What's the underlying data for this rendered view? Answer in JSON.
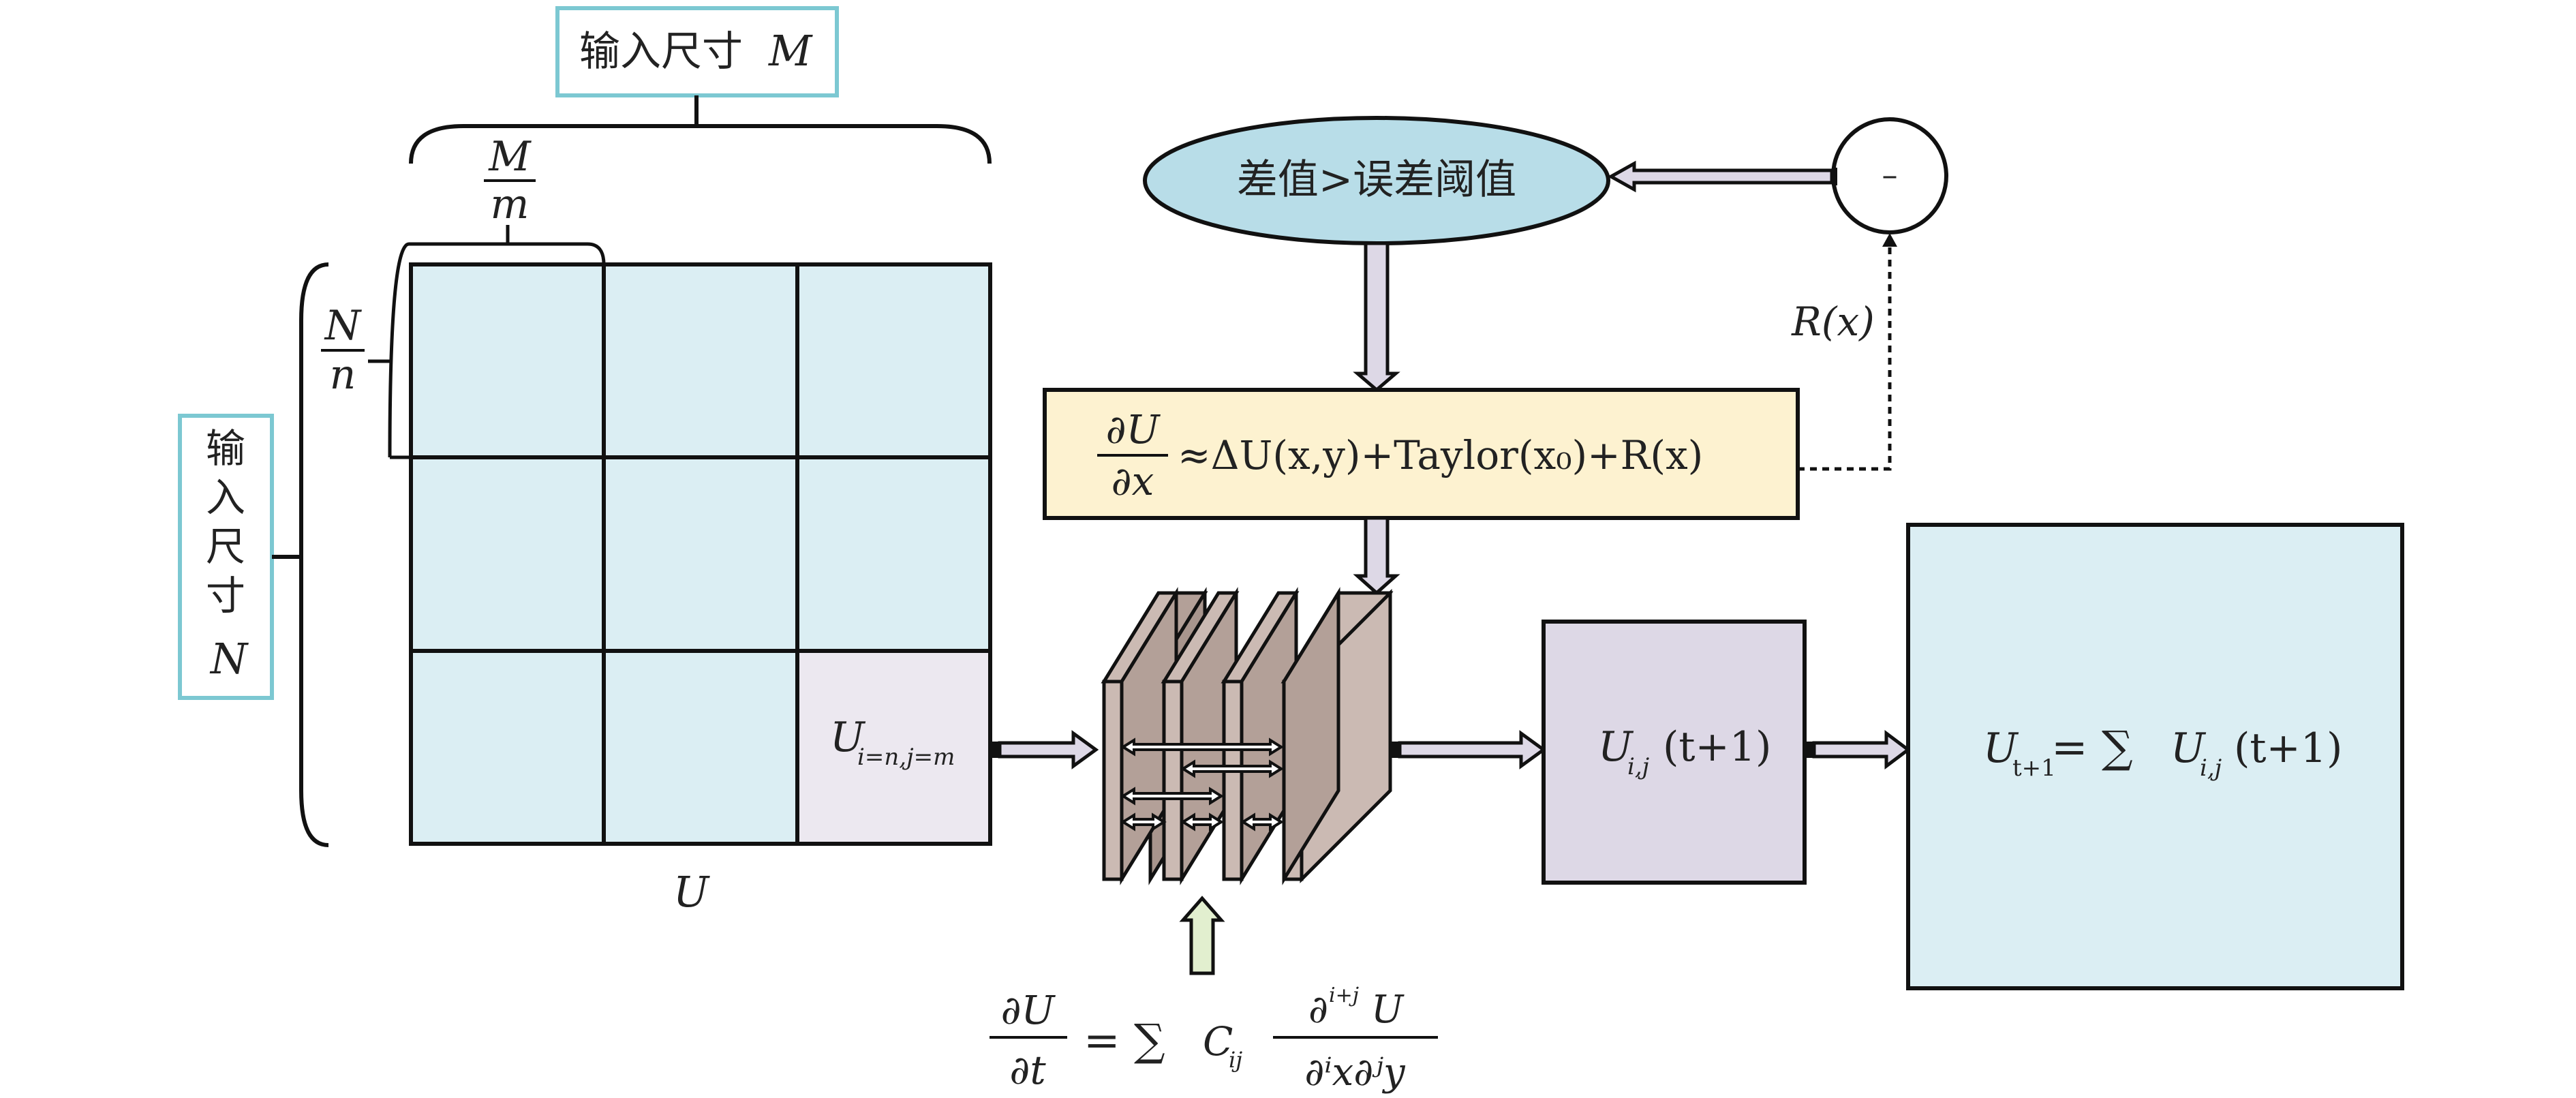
{
  "labels": {
    "input_size_M_cjk": "输入尺寸",
    "input_size_M_var": "M",
    "input_size_N_chars": [
      "输",
      "入",
      "尺",
      "寸"
    ],
    "input_size_N_var": "N",
    "frac_M": "M",
    "frac_m": "m",
    "frac_N": "N",
    "frac_n": "n",
    "grid_name": "U",
    "cell_U": "U",
    "cell_U_sub": "i=n,j=m",
    "condition": "差值>误差阈值",
    "minus": "–",
    "residual": "R(x)",
    "taylor_num": "∂U",
    "taylor_den": "∂x",
    "taylor_rhs": "≈ΔU(x,y)+Taylor(x₀)+R(x)",
    "update_U": "U",
    "update_sub": "i,j",
    "update_rest": "(t+1)",
    "sum_lhs": "U",
    "sum_lhs_sub": "t+1",
    "sum_eq": "= ∑ ",
    "sum_U": "U",
    "sum_sub": "i,j",
    "sum_rest": "(t+1)",
    "pde_num": "∂U",
    "pde_den": "∂t",
    "pde_eq": "= ∑",
    "pde_C": "C",
    "pde_C_sub": "ij",
    "pde_num2_d": "∂",
    "pde_num2_sup": "i+j",
    "pde_num2_U": "U",
    "pde_den2": "∂ⁱx∂ʲy"
  },
  "colors": {
    "grid_fill": "#dbeef3",
    "highlight_cell": "#ece8f0",
    "label_box_border": "#7cc8d2",
    "ellipse_fill": "#b8dde8",
    "taylor_fill": "#fdf2d0",
    "conv_fill": "#cbbab3",
    "conv_side": "#b3a098",
    "update_fill": "#ddd8e6",
    "result_fill": "#dbeef3",
    "arrow_fill": "#ddd8e6",
    "green_arrow": "#e2efcf"
  }
}
